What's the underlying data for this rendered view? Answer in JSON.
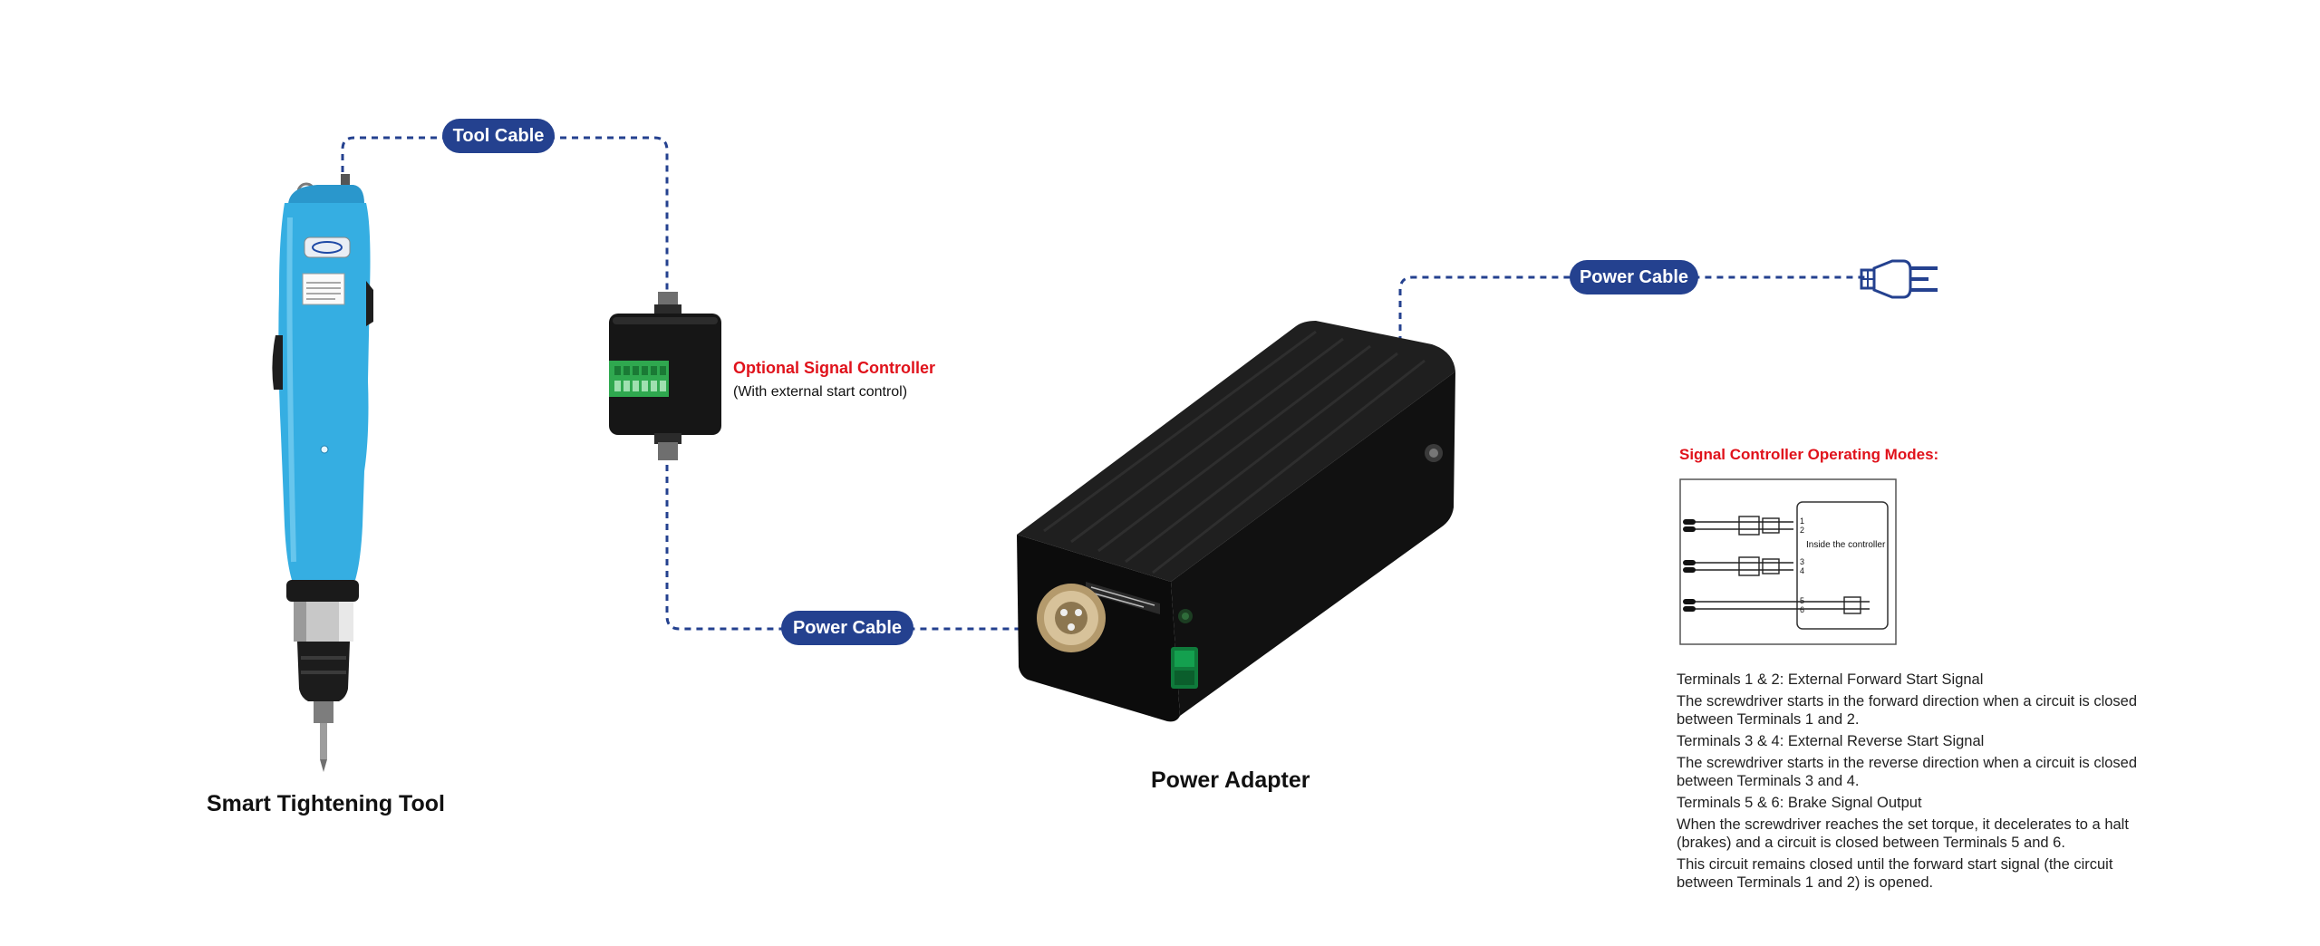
{
  "cables": {
    "tool_cable": "Tool Cable",
    "power_cable_left": "Power Cable",
    "power_cable_right": "Power Cable"
  },
  "devices": {
    "tool_caption": "Smart Tightening Tool",
    "adapter_caption": "Power Adapter",
    "controller_title": "Optional Signal Controller",
    "controller_note": "(With external start control)"
  },
  "modes": {
    "title": "Signal Controller Operating Modes:",
    "diagram_inside_label": "Inside the controller",
    "terminal_numbers": [
      "1",
      "2",
      "3",
      "4",
      "5",
      "6"
    ],
    "items": [
      {
        "title": "Terminals 1 & 2: External Forward Start Signal",
        "desc": "The screwdriver starts in the forward direction when a circuit is closed between Terminals 1 and 2."
      },
      {
        "title": "Terminals 3 & 4: External Reverse Start Signal",
        "desc": "The screwdriver starts in the reverse direction when a circuit is closed between Terminals 3 and 4."
      },
      {
        "title": "Terminals 5 & 6: Brake Signal Output",
        "desc": "When the screwdriver reaches the set torque, it decelerates to a halt (brakes) and a circuit is closed between Terminals 5 and 6."
      }
    ],
    "footer": "This circuit remains closed until the forward start signal (the circuit between Terminals 1 and 2) is opened."
  },
  "colors": {
    "cable": "#24418f",
    "pill": "#24418f",
    "tool_body": "#35aee2",
    "warning_red": "#e0121b",
    "adapter_body": "#141414",
    "terminal_green": "#2fa84f",
    "switch_green": "#0f7a3b"
  },
  "icons": {
    "plug": "power-plug-icon"
  }
}
